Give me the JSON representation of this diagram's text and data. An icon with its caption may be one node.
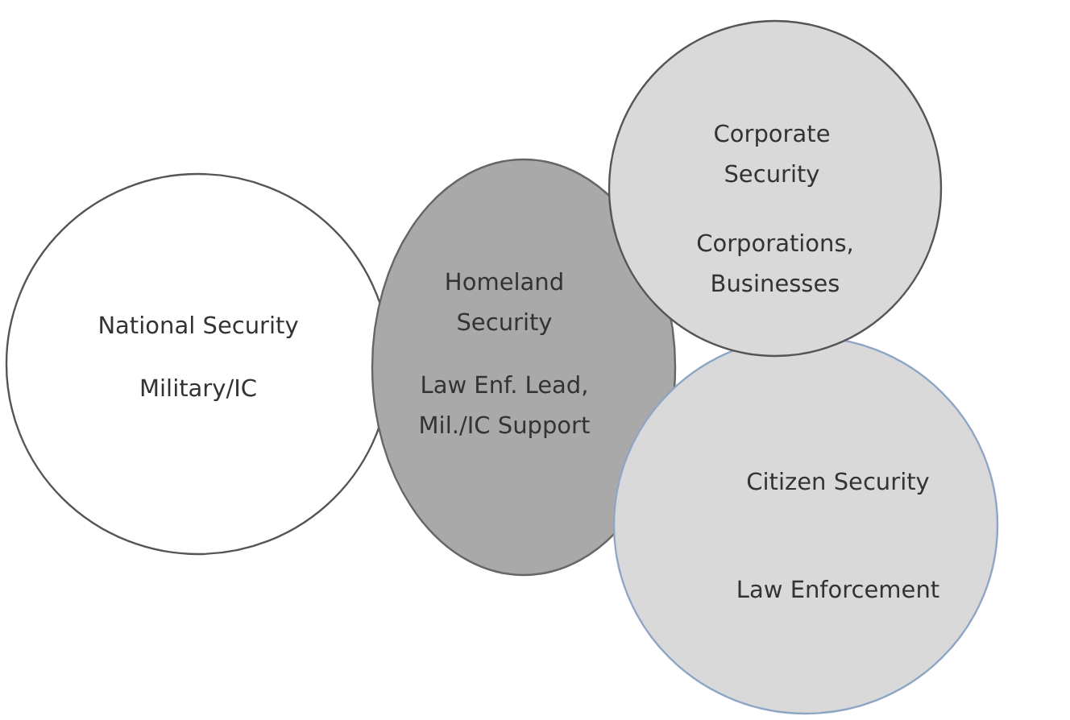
{
  "diagram": {
    "nodes": [
      {
        "text": [
          "National Security",
          "Military/IC"
        ]
      },
      {
        "text": [
          "Homeland Security",
          "Law Enf. Lead, Mil./IC Support"
        ]
      },
      {
        "text": [
          "Citizen Security",
          "Law Enforcement"
        ]
      },
      {
        "text": [
          "Corporate Security",
          "Corporations, Businesses"
        ]
      }
    ]
  }
}
